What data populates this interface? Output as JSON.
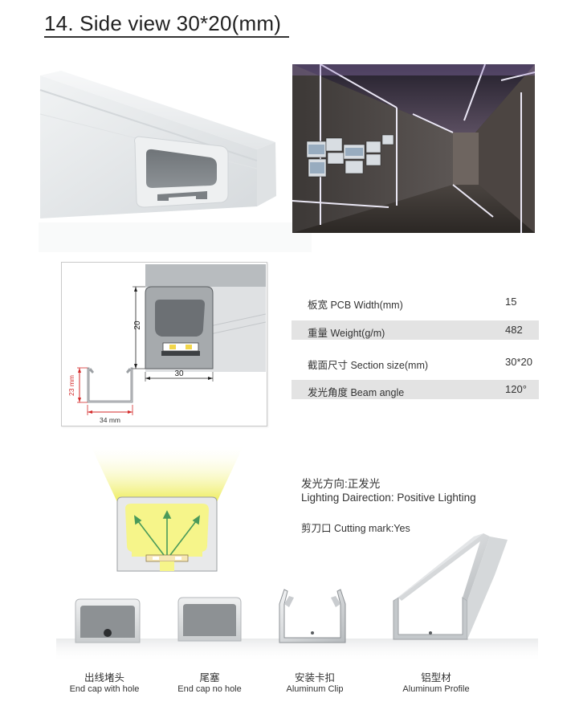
{
  "header": {
    "title": "14. Side view 30*20(mm)"
  },
  "diagram": {
    "height_label": "20",
    "width_label": "30",
    "profile_height_label": "23 mm",
    "profile_width_label": "34 mm"
  },
  "specs": [
    {
      "label": "板宽 PCB Width(mm)",
      "value": "15"
    },
    {
      "label": "重量 Weight(g/m)",
      "value": "482"
    },
    {
      "label": "截面尺寸 Section size(mm)",
      "value": "30*20"
    },
    {
      "label": "发光角度 Beam angle",
      "value": "120°"
    }
  ],
  "lighting": {
    "direction_cn": "发光方向:正发光",
    "direction_en": "Lighting Dairection: Positive Lighting",
    "cutting": "剪刀口 Cutting mark:Yes"
  },
  "accessories": [
    {
      "cn": "出线堵头",
      "en": "End cap with hole"
    },
    {
      "cn": "尾塞",
      "en": "End cap no hole"
    },
    {
      "cn": "安装卡扣",
      "en": "Aluminum Clip"
    },
    {
      "cn": "铝型材",
      "en": "Aluminum Profile"
    }
  ],
  "colors": {
    "silicone": "#e9ecee",
    "light_yellow": "#f3f27a",
    "dimension_red": "#d42a2a",
    "row_shade": "#e3e3e3"
  }
}
